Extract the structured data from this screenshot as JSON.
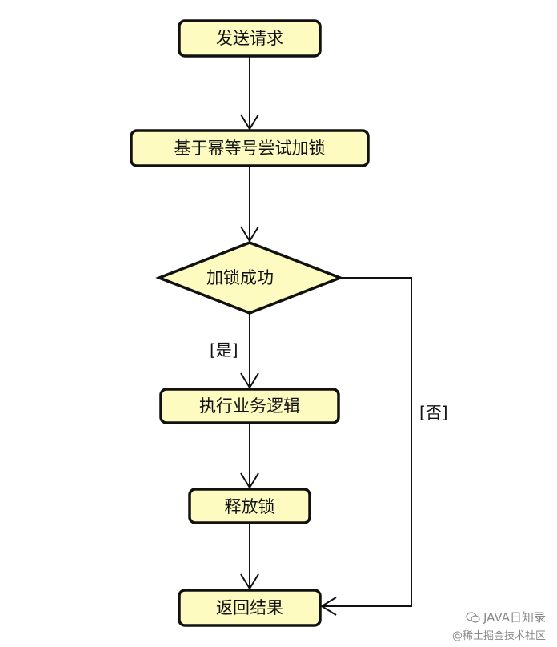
{
  "nodes": {
    "send_request": "发送请求",
    "try_lock": "基于幂等号尝试加锁",
    "lock_success": "加锁成功",
    "execute_logic": "执行业务逻辑",
    "release_lock": "释放锁",
    "return_result": "返回结果"
  },
  "edge_labels": {
    "yes": "[是]",
    "no": "[否]"
  },
  "watermark": {
    "line1": "JAVA日知录",
    "line2": "@稀土掘金技术社区"
  },
  "colors": {
    "node_fill": "#fdfbbf",
    "stroke": "#111111"
  }
}
